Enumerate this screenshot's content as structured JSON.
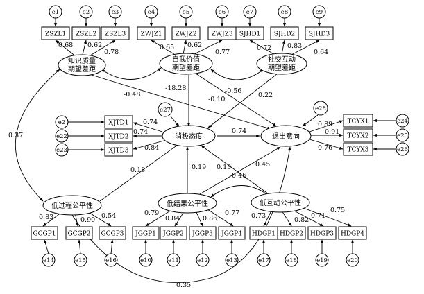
{
  "nodes": {
    "ZSZL1": "ZSZL1",
    "ZSZL2": "ZSZL2",
    "ZSZL3": "ZSZL3",
    "ZWJZ1": "ZWJZ1",
    "ZWJZ2": "ZWJZ2",
    "ZWJZ3": "ZWJZ3",
    "SJHD1": "SJHD1",
    "SJHD2": "SJHD2",
    "SJHD3": "SJHD3",
    "XJTD1": "XJTD1",
    "XJTD2": "XJTD2",
    "XJTD3": "XJTD3",
    "TCYX1": "TCYX1",
    "TCYX2": "TCYX2",
    "TCYX3": "TCYX3",
    "GCGP1": "GCGP1",
    "GCGP2": "GCGP2",
    "GCGP3": "GCGP3",
    "JGGP1": "JGGP1",
    "JGGP2": "JGGP2",
    "JGGP3": "JGGP3",
    "JGGP4": "JGGP4",
    "HDGP1": "HDGP1",
    "HDGP2": "HDGP2",
    "HDGP3": "HDGP3",
    "HDGP4": "HDGP4",
    "zszl_1": "知识质量",
    "zszl_2": "期望差距",
    "zwjz_1": "自我价值",
    "zwjz_2": "期望差距",
    "sjhd_1": "社交互动",
    "sjhd_2": "期望差距",
    "xjtd": "消极态度",
    "tcyx": "退出意向",
    "dgc": "低过程公平性",
    "djg": "低结果公平性",
    "dhd": "低互动公平性"
  },
  "errors": {
    "e1": "e1",
    "e2": "e2",
    "e3": "e3",
    "e4": "e4",
    "e5": "e5",
    "e6": "e6",
    "e7": "e7",
    "e8": "e8",
    "e9": "e9",
    "e2b": "e2",
    "e22": "e22",
    "e23": "e23",
    "e24": "e24",
    "e25": "e25",
    "e26": "e26",
    "e27": "e27",
    "e28": "e28",
    "e14": "e14",
    "e15": "e15",
    "e16": "e16",
    "e10": "e10",
    "e11": "e11",
    "e12": "e12",
    "e13": "e13",
    "e17": "e17",
    "e18": "e18",
    "e19": "e19",
    "e20": "e20"
  },
  "coefficients": {
    "zszl1": "0.68",
    "zszl2": "0.62",
    "zszl3": "0.78",
    "zwjz1": "0.65",
    "zwjz2": "0.62",
    "zwjz3": "0.77",
    "sjhd1": "0.72",
    "sjhd2": "0.83",
    "sjhd3": "0.64",
    "xjtd1": "0.74",
    "xjtd2": "0.74",
    "xjtd3": "0.84",
    "tcyx1": "0.89",
    "tcyx2": "0.91",
    "tcyx3": "0.76",
    "gcgp1": "0.83",
    "gcgp2": "0.90",
    "gcgp3": "0.54",
    "jggp1": "0.79",
    "jggp2": "0.84",
    "jggp3": "0.86",
    "jggp4": "0.77",
    "hdgp1": "0.73",
    "hdgp2": "0.82",
    "hdgp3": "0.71",
    "hdgp4": "0.75",
    "zszl_tcyx": "-0.48",
    "zwjz_xjtd": "-18.28",
    "zwjz_tcyx": "-0.10",
    "sjhd_tcyx": "-0.56",
    "sjhd_xjtd": "0.22",
    "xjtd_tcyx": "0.74",
    "dgc_xjtd": "0.18",
    "djg_xjtd": "0.19",
    "djg_tcyx": "0.13",
    "dhd_xjtd": "0.45",
    "djg_dhd": "0.46",
    "zszl_dgc": "0.37",
    "dgc_dhd": "0.35"
  }
}
